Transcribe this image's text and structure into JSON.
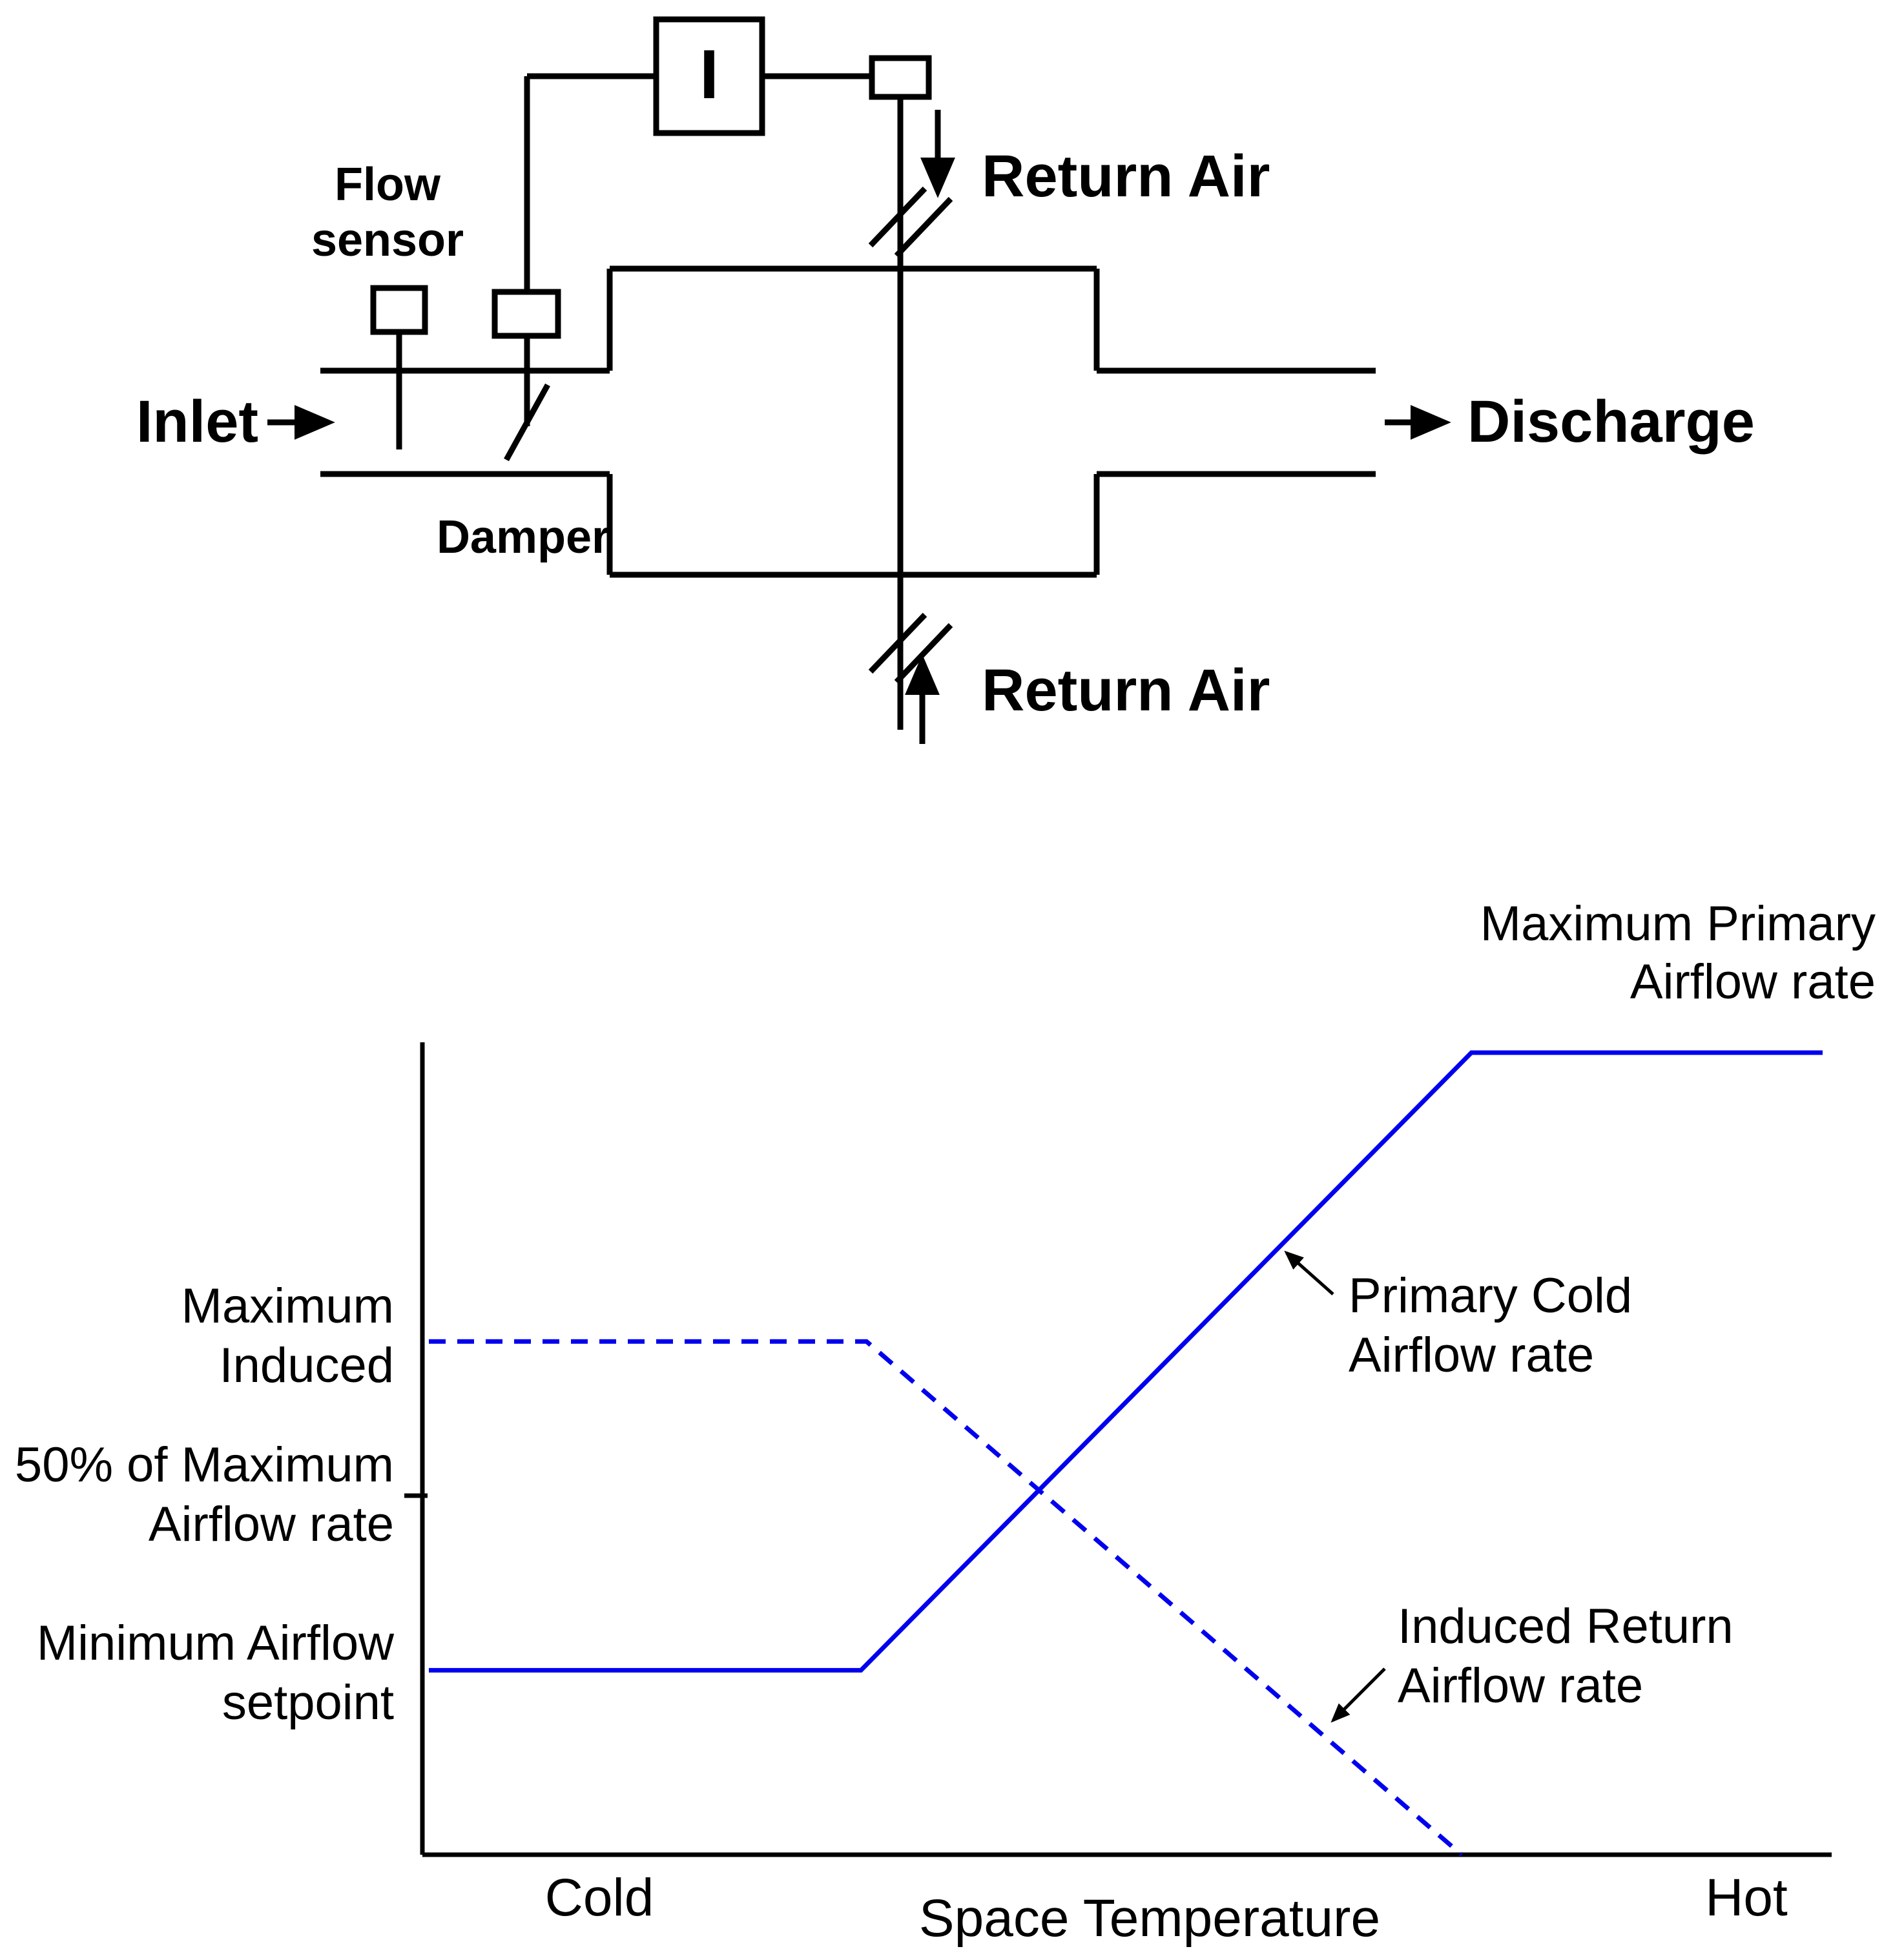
{
  "schematic": {
    "controller_label": "I",
    "flow_sensor_label": [
      "Flow",
      "sensor"
    ],
    "inlet_label": "Inlet",
    "damper_label": "Damper",
    "return_air_top_label": "Return Air",
    "return_air_bottom_label": "Return Air",
    "discharge_label": "Discharge"
  },
  "chart_data": {
    "type": "line",
    "title": "",
    "xlabel": "Space Temperature",
    "x_tick_labels": [
      "Cold",
      "Hot"
    ],
    "ylim": [
      0,
      100
    ],
    "grid": false,
    "legend_position": "none",
    "y_axis_annotations": [
      {
        "label": [
          "Maximum",
          "Induced"
        ],
        "value_pct_of_max": 64
      },
      {
        "label": [
          "50% of Maximum",
          "Airflow rate"
        ],
        "value_pct_of_max": 50
      },
      {
        "label": [
          "Minimum Airflow",
          "setpoint"
        ],
        "value_pct_of_max": 23
      }
    ],
    "series": [
      {
        "name": "Primary Cold Airflow rate",
        "style": "solid",
        "color": "#0000ee",
        "points_pct": [
          [
            0,
            23
          ],
          [
            31,
            23
          ],
          [
            74.8,
            100
          ],
          [
            100,
            100
          ]
        ]
      },
      {
        "name": "Induced Return Airflow rate",
        "style": "dashed",
        "color": "#0000ee",
        "points_pct": [
          [
            0,
            64
          ],
          [
            31.4,
            64
          ],
          [
            74.1,
            0
          ]
        ]
      }
    ],
    "annotations": {
      "max_primary": [
        "Maximum Primary",
        "Airflow rate"
      ],
      "primary": [
        "Primary Cold",
        "Airflow rate"
      ],
      "induced": [
        "Induced Return",
        "Airflow rate"
      ]
    },
    "colors": {
      "line_blue": "#0000ee",
      "axis_black": "#000000"
    }
  }
}
